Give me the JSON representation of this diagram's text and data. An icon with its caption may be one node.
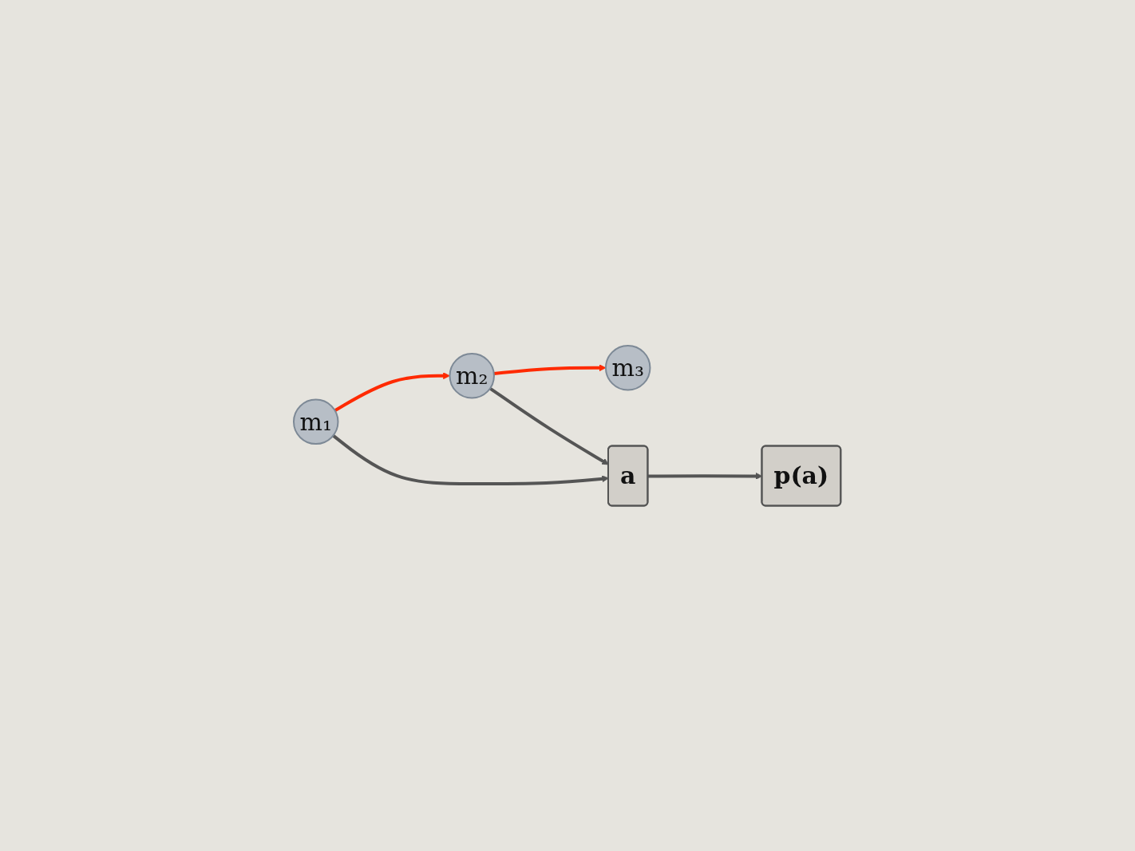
{
  "diagram": {
    "nodes": [
      {
        "text": [
          "m₁"
        ]
      },
      {
        "text": [
          "m₂"
        ]
      },
      {
        "text": [
          "m₃"
        ]
      },
      {
        "text": [
          "a"
        ]
      },
      {
        "text": [
          "p(a)"
        ]
      }
    ],
    "edges": [
      {
        "from": 0,
        "to": 1,
        "arrow": "to",
        "color": "#ff2a00"
      },
      {
        "from": 1,
        "to": 2,
        "arrow": "to",
        "color": "#ff2a00"
      },
      {
        "from": 0,
        "to": 3,
        "arrow": "to"
      },
      {
        "from": 1,
        "to": 3,
        "arrow": "to"
      },
      {
        "from": 3,
        "to": 4,
        "arrow": "to"
      }
    ]
  }
}
